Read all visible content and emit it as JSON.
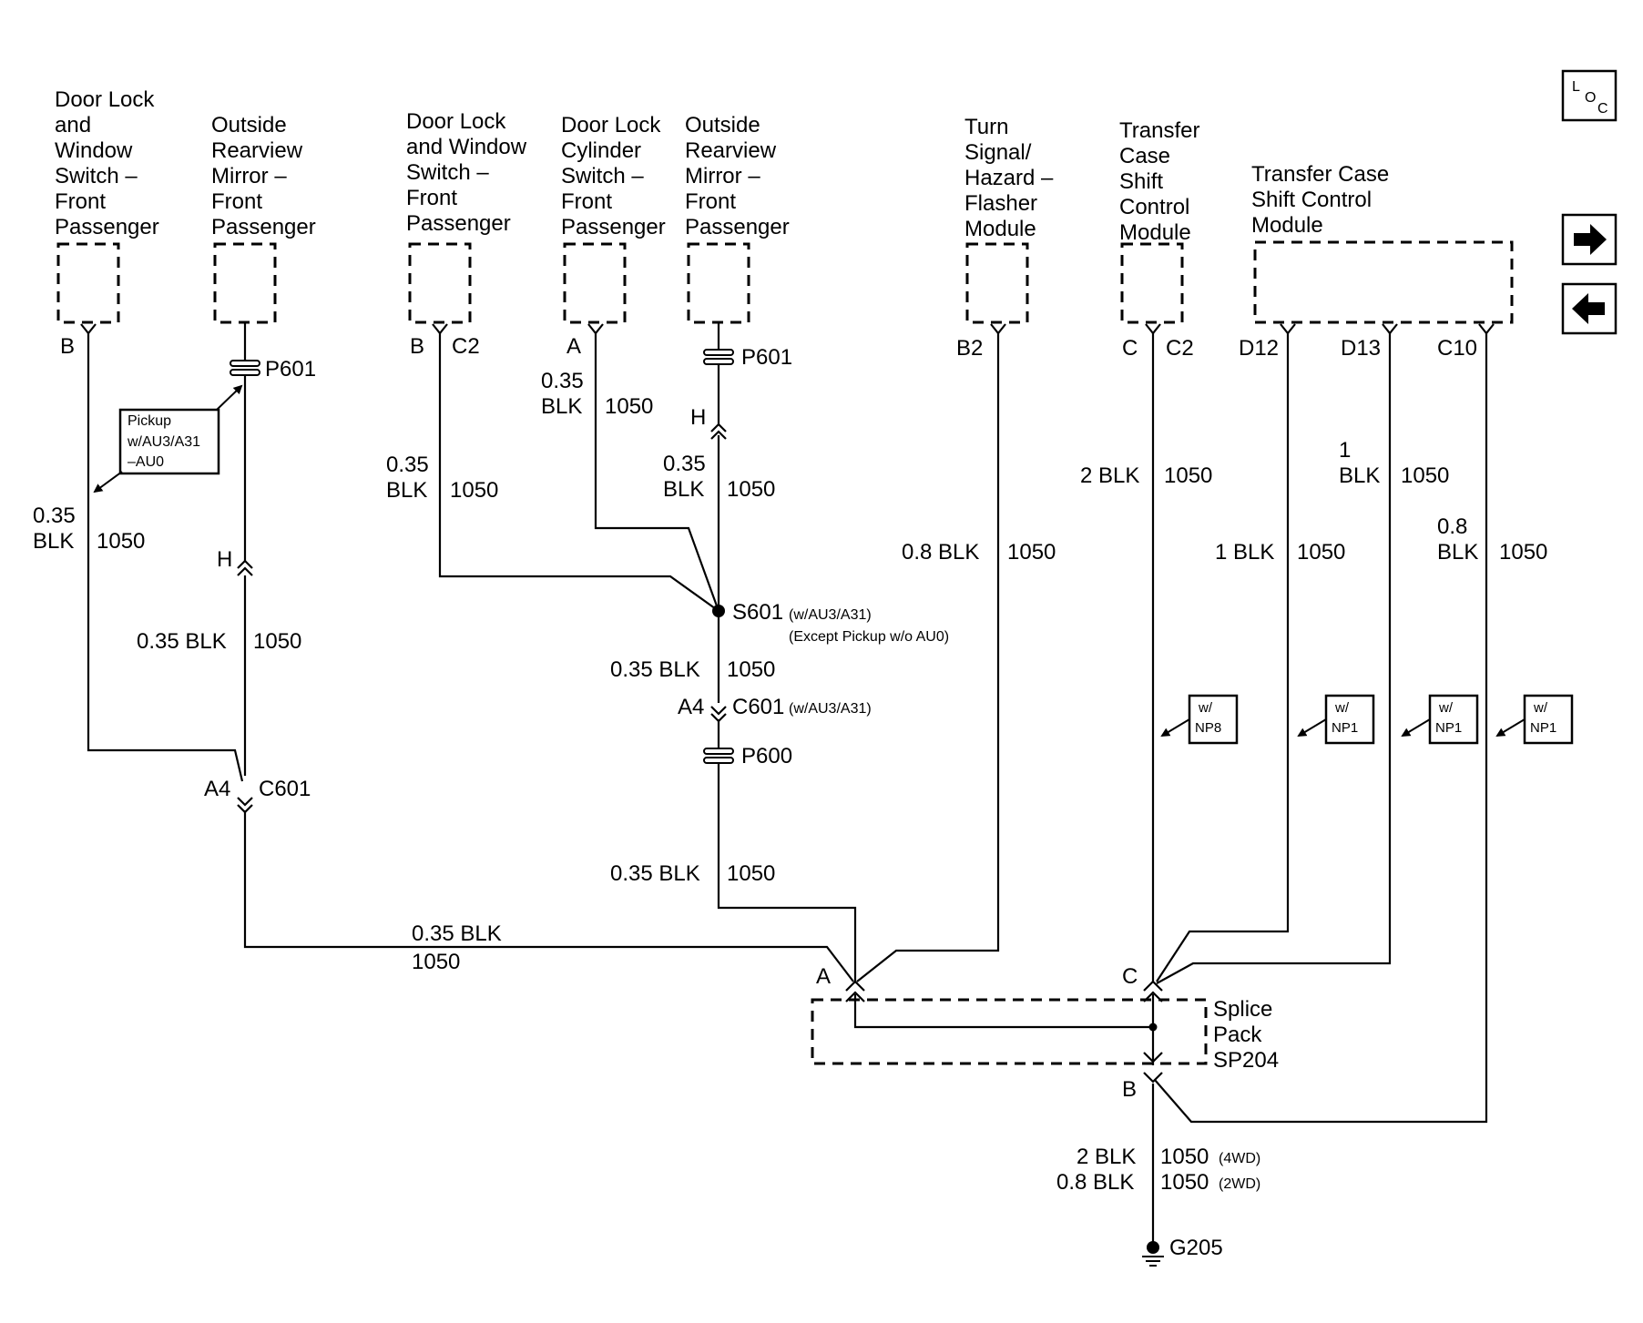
{
  "components": {
    "door_lock_window_switch_1": [
      "Door Lock",
      "and",
      "Window",
      "Switch –",
      "Front",
      "Passenger"
    ],
    "outside_mirror_1": [
      "Outside",
      "Rearview",
      "Mirror –",
      "Front",
      "Passenger"
    ],
    "door_lock_window_switch_2": [
      "Door Lock",
      "and Window",
      "Switch –",
      "Front",
      "Passenger"
    ],
    "door_lock_cylinder_switch": [
      "Door Lock",
      "Cylinder",
      "Switch –",
      "Front",
      "Passenger"
    ],
    "outside_mirror_2": [
      "Outside",
      "Rearview",
      "Mirror –",
      "Front",
      "Passenger"
    ],
    "turn_signal_module": [
      "Turn",
      "Signal/",
      "Hazard –",
      "Flasher",
      "Module"
    ],
    "transfer_case_module_1": [
      "Transfer",
      "Case",
      "Shift",
      "Control",
      "Module"
    ],
    "transfer_case_module_2": [
      "Transfer Case",
      "Shift Control",
      "Module"
    ]
  },
  "pins": {
    "p1": "B",
    "p2_b": "B",
    "p2_c2": "C2",
    "p3": "A",
    "p4": "B2",
    "p5_c": "C",
    "p5_c2": "C2",
    "p6_d12": "D12",
    "p6_d13": "D13",
    "p6_c10": "C10"
  },
  "connectors": {
    "p601_a": "P601",
    "p601_b": "P601",
    "p600": "P600",
    "h_a": "H",
    "h_b": "H",
    "a4_a": "A4",
    "c601_a": "C601",
    "a4_b": "A4",
    "c601_b": "C601",
    "c601_b_note": "(w/AU3/A31)",
    "s601": "S601",
    "s601_note": "(w/AU3/A31)",
    "s601_note2": "(Except Pickup w/o AU0)"
  },
  "wire_labels": {
    "w1_size": "0.35",
    "w1_color": "BLK",
    "w1_circuit": "1050",
    "w2_label": "0.35 BLK",
    "w2_circuit": "1050",
    "w3_size": "0.35",
    "w3_color": "BLK",
    "w3_circuit": "1050",
    "w4_size": "0.35",
    "w4_color": "BLK",
    "w4_circuit": "1050",
    "w5_size": "0.35",
    "w5_color": "BLK",
    "w5_circuit": "1050",
    "w6_label": "0.35 BLK",
    "w6_circuit": "1050",
    "w7_label": "0.35 BLK",
    "w7_circuit": "1050",
    "w8_label": "0.35 BLK",
    "w8_circuit": "1050",
    "w9_label": "0.8 BLK",
    "w9_circuit": "1050",
    "w10_label": "2 BLK",
    "w10_circuit": "1050",
    "w11_label": "1 BLK",
    "w11_circuit": "1050",
    "w12_size": "1",
    "w12_color": "BLK",
    "w12_circuit": "1050",
    "w13_size": "0.8",
    "w13_color": "BLK",
    "w13_circuit": "1050",
    "w14_label1": "2 BLK",
    "w14_circuit1": "1050",
    "w14_note1": "(4WD)",
    "w14_label2": "0.8 BLK",
    "w14_circuit2": "1050",
    "w14_note2": "(2WD)"
  },
  "splice_pack": {
    "line1": "Splice",
    "line2": "Pack",
    "line3": "SP204",
    "pin_a": "A",
    "pin_c": "C",
    "pin_b": "B"
  },
  "ground": "G205",
  "notes": {
    "pickup": [
      "Pickup",
      "w/AU3/A31",
      "–AU0"
    ],
    "np8": [
      "w/",
      "NP8"
    ],
    "np1_a": [
      "w/",
      "NP1"
    ],
    "np1_b": [
      "w/",
      "NP1"
    ],
    "np1_c": [
      "w/",
      "NP1"
    ]
  },
  "nav": {
    "loc_l": "L",
    "loc_o": "O",
    "loc_c": "C",
    "next_icon": "arrow-right-icon",
    "prev_icon": "arrow-left-icon"
  }
}
